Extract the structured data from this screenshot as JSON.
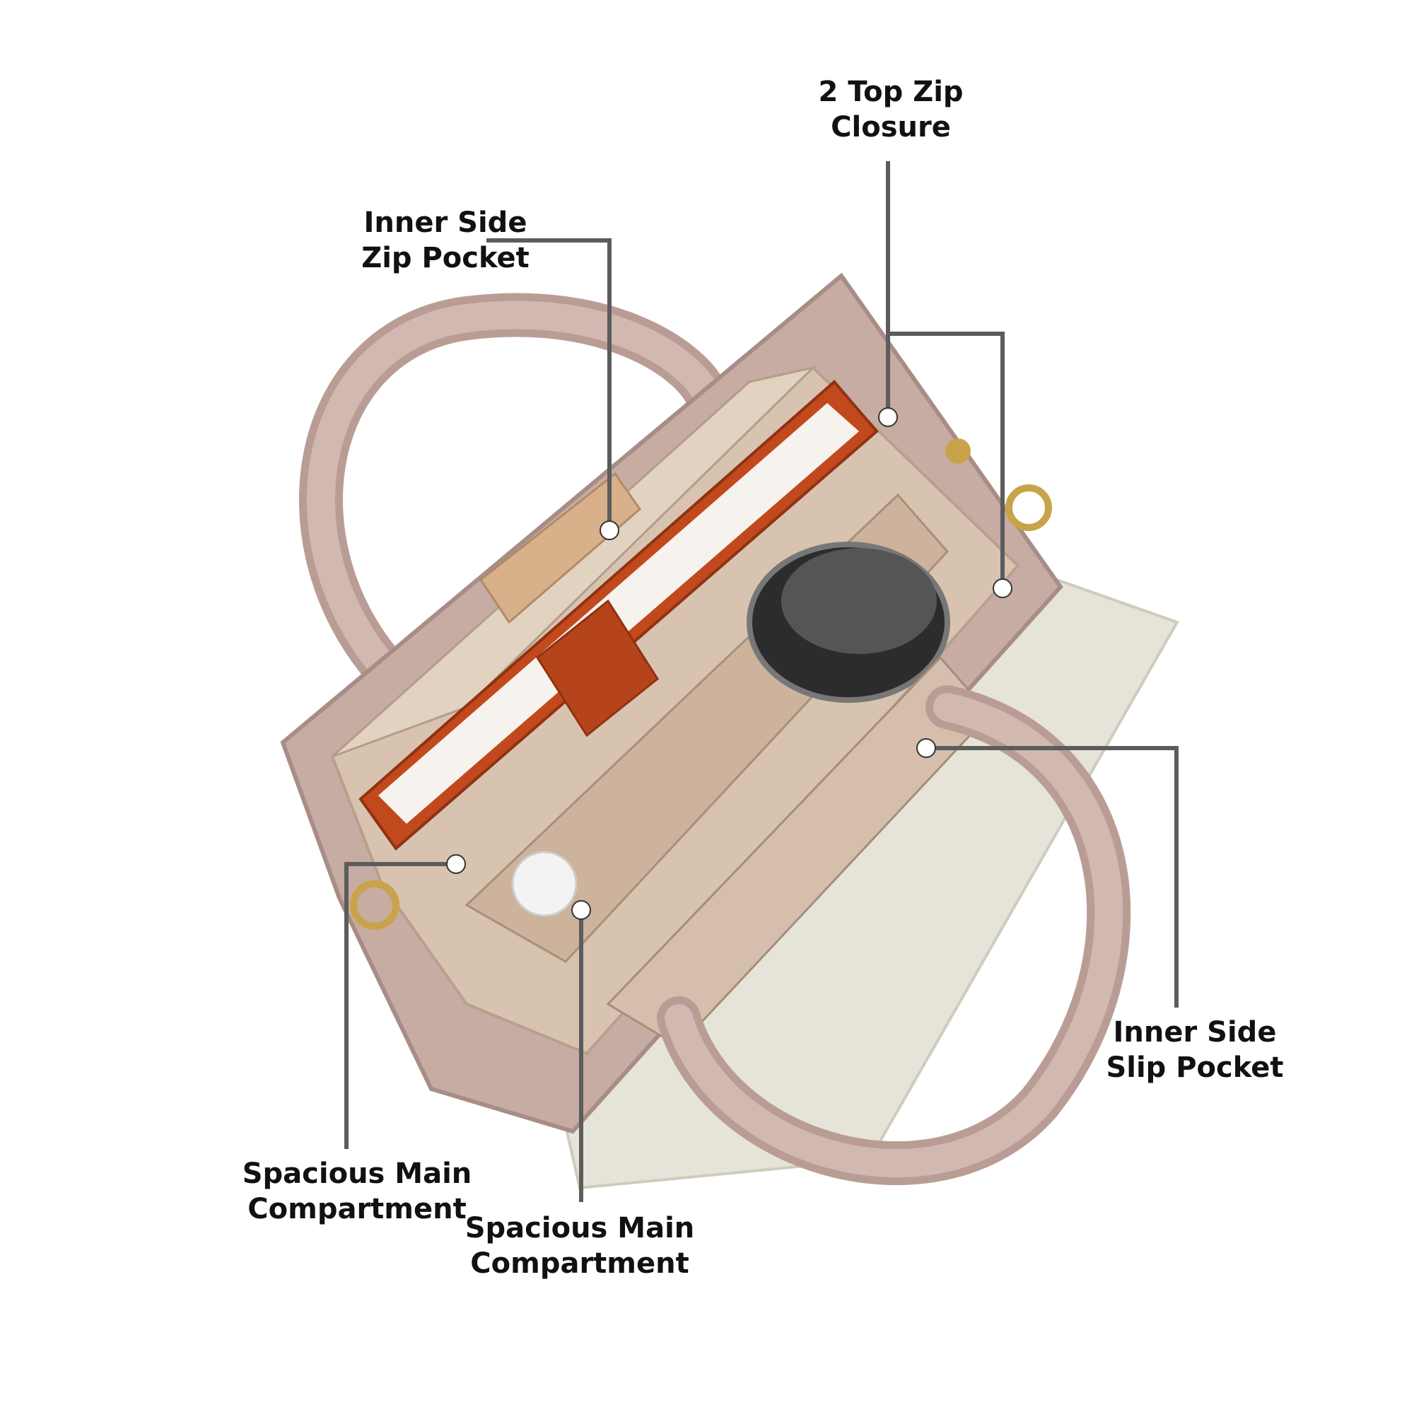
{
  "callouts": {
    "inner_side_zip_pocket": {
      "line1": "Inner Side",
      "line2": "Zip Pocket"
    },
    "top_zip_closure": {
      "line1": "2 Top Zip",
      "line2": "Closure"
    },
    "inner_side_slip_pocket": {
      "line1": "Inner Side",
      "line2": "Slip Pocket"
    },
    "main_compartment_left": {
      "line1": "Spacious Main",
      "line2": "Compartment"
    },
    "main_compartment_center": {
      "line1": "Spacious Main",
      "line2": "Compartment"
    }
  },
  "colors": {
    "background": "#ffffff",
    "leader_line": "#5c5c5c",
    "marker_dot": "#ffffff",
    "bag_leather": "#c9aea6",
    "bag_leather_dark": "#a88d86",
    "bag_panel_cream": "#e4e2d6",
    "lining": "#d9c4b2",
    "notebook_orange": "#c04a1e",
    "hardware_gold": "#c9a34a"
  }
}
